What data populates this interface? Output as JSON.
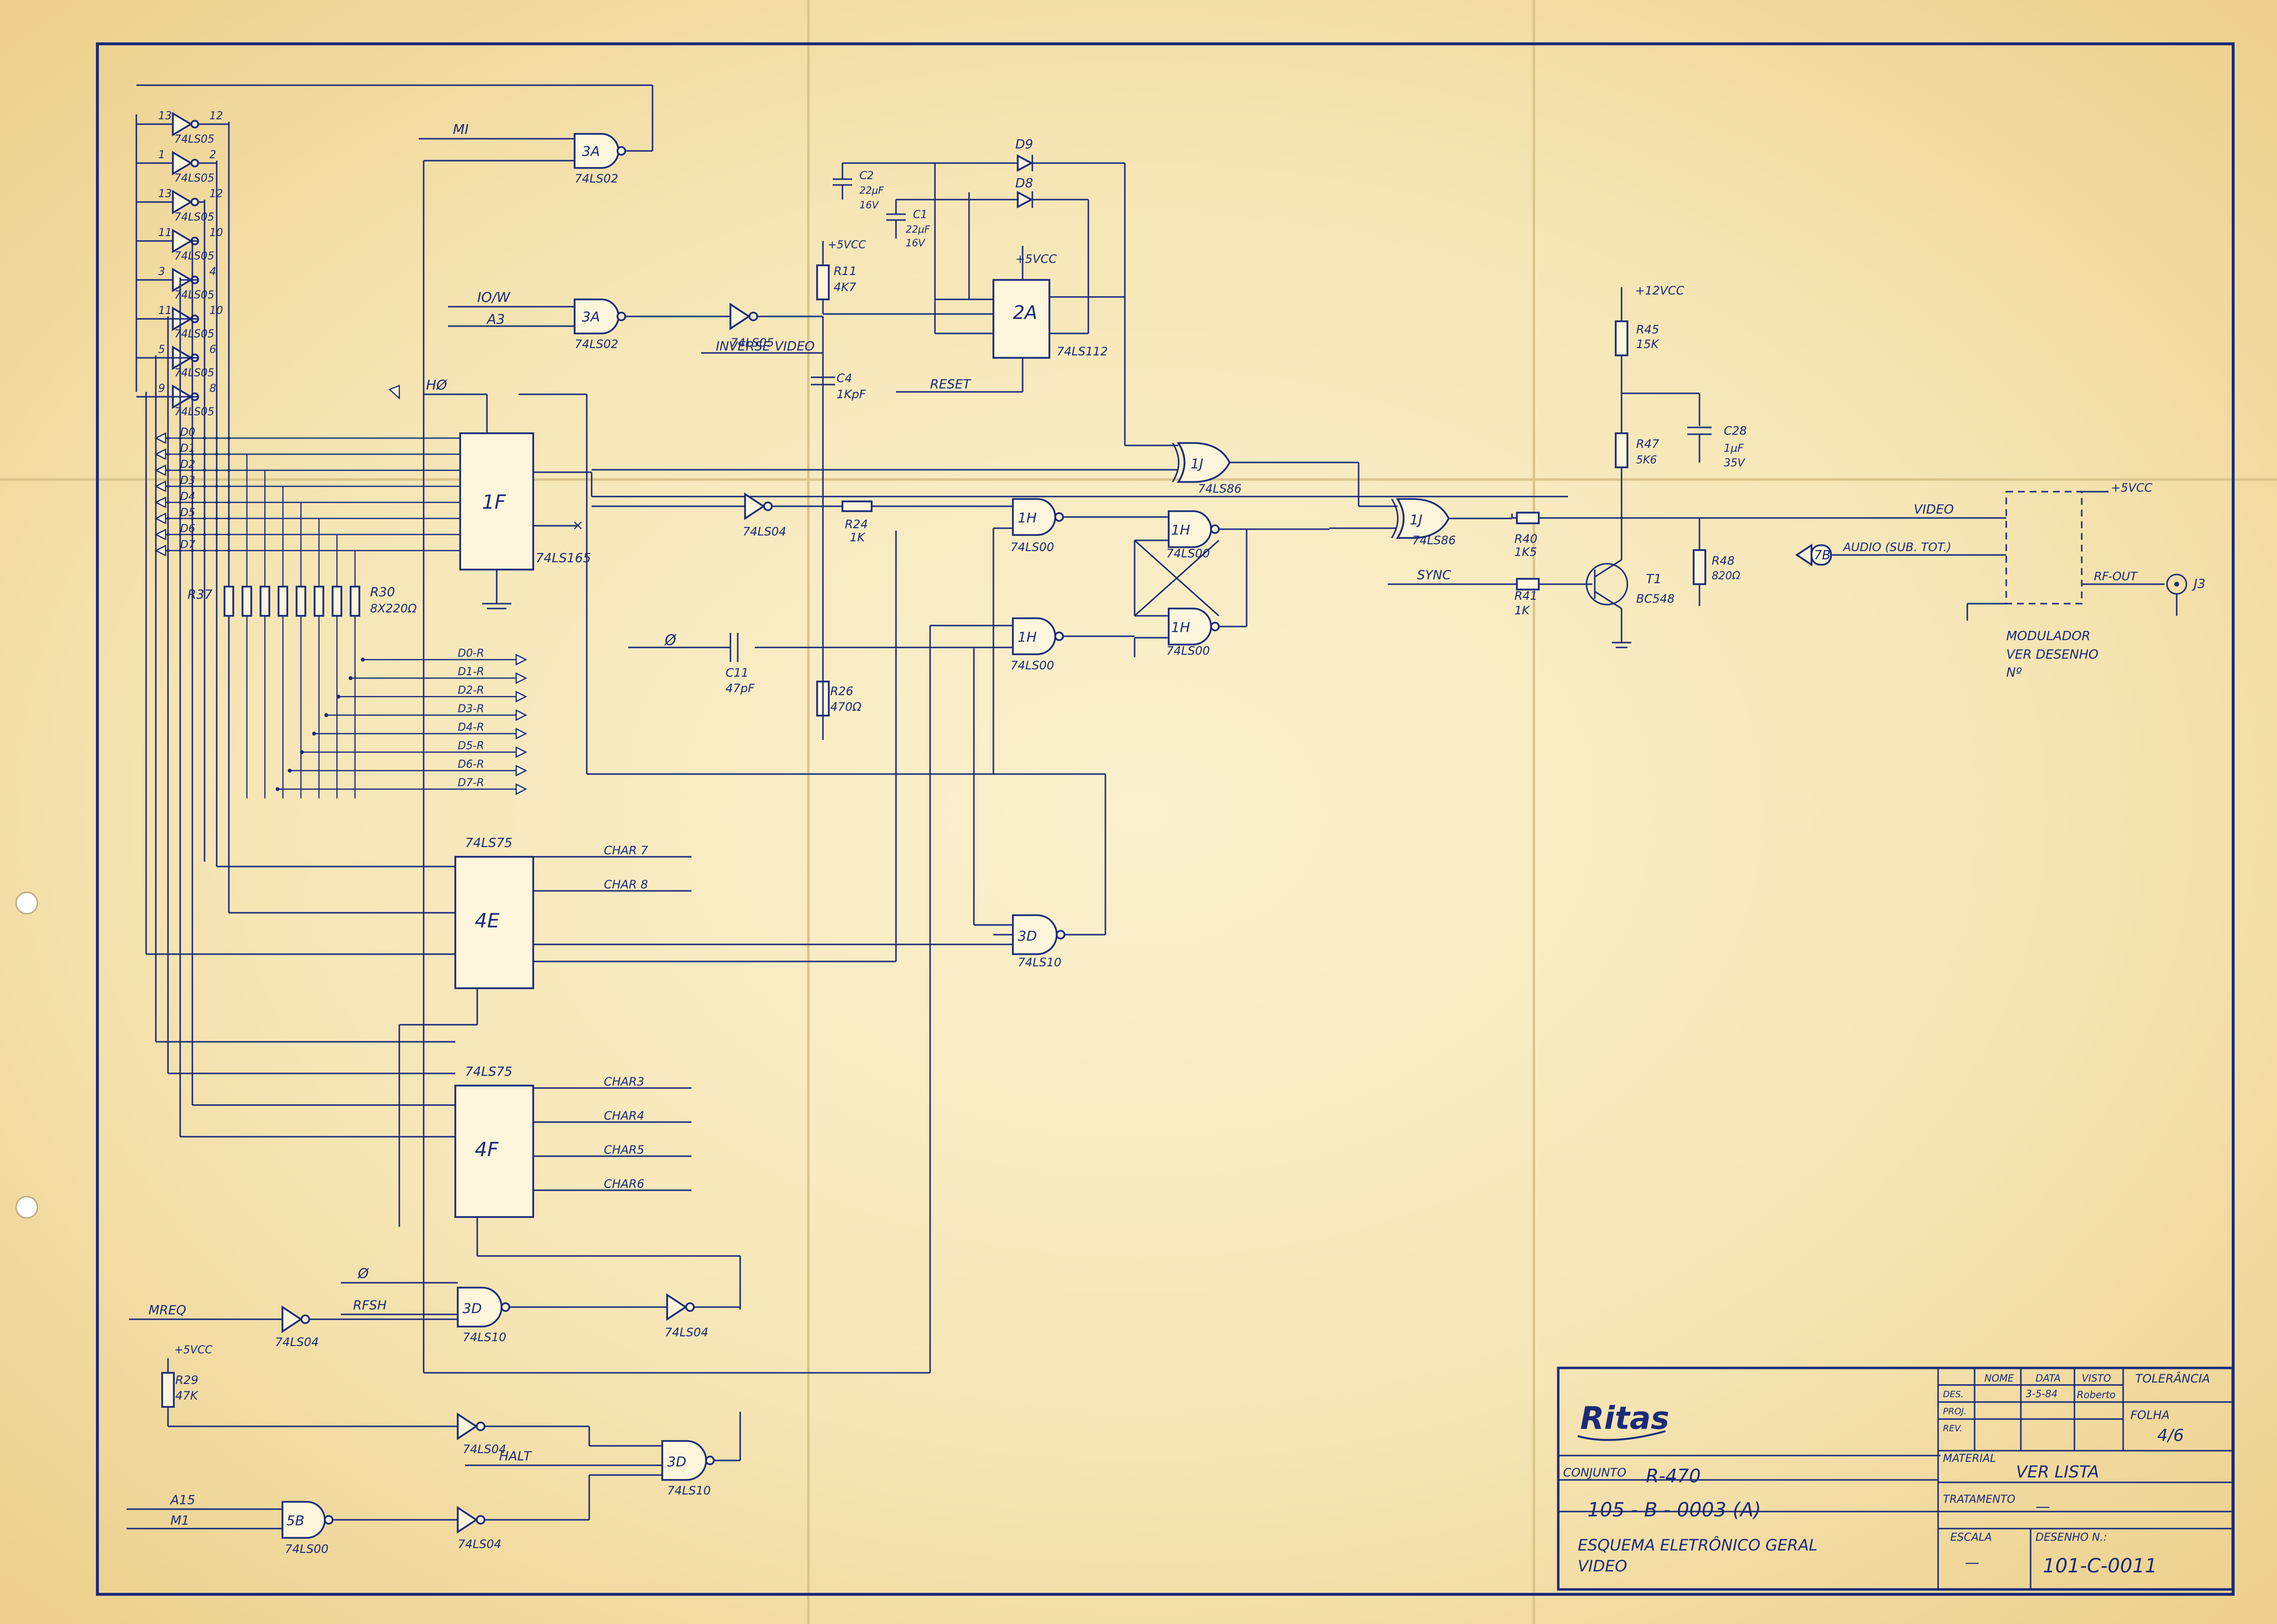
{
  "circuit": {
    "inverter_outputs": [
      "12",
      "2",
      "12",
      "10",
      "4",
      "10",
      "6",
      "8"
    ],
    "inverter_inputs": [
      "13",
      "1",
      "13",
      "11",
      "3",
      "11",
      "5",
      "9"
    ],
    "data_inputs": [
      "D0",
      "D1",
      "D2",
      "D3",
      "D4",
      "D5",
      "D6",
      "D7"
    ],
    "data_r_outputs": [
      "D0-R",
      "D1-R",
      "D2-R",
      "D3-R",
      "D4-R",
      "D5-R",
      "D6-R",
      "D7-R"
    ],
    "part_74ls05": "74LS05",
    "part_74ls02": "74LS02",
    "part_74ls04": "74LS04",
    "part_74ls00": "74LS00",
    "part_74ls10": "74LS10",
    "part_74ls86": "74LS86",
    "part_74ls75": "74LS75",
    "mi": "MI",
    "io_w": "IO/W",
    "a3": "A3",
    "h_phi": "HØ",
    "inverse_video": "INVERSE VIDEO",
    "reset": "RESET",
    "gate_3a": "3A",
    "gate_1j": "1J",
    "gate_1h": "1H",
    "gate_3d": "3D",
    "gate_5b": "5B",
    "ic_1f": "1F",
    "ic_1f_part": "74LS165",
    "ic_2a": "2A",
    "ic_2a_part": "74LS112",
    "ic_4e": "4E",
    "ic_4f": "4F",
    "vcc5": "+5VCC",
    "vcc12": "+12VCC",
    "c2": "C2",
    "c2_value": "22µF",
    "c2_volt": "16V",
    "c1": "C1",
    "c1_value": "22µF",
    "c1_volt": "16V",
    "r11": "R11",
    "r11_value": "4K7",
    "c4": "C4",
    "c4_value": "1KpF",
    "d9": "D9",
    "d8": "D8",
    "r24": "R24",
    "r24_value": "1K",
    "phi": "Ø",
    "c11": "C11",
    "c11_value": "47pF",
    "r26": "R26",
    "r26_value": "470Ω",
    "r37": "R37",
    "r30": "R30",
    "r30_value": "8X220Ω",
    "char7": "CHAR 7",
    "char8": "CHAR 8",
    "char3": "CHAR3",
    "char4": "CHAR4",
    "char5": "CHAR5",
    "char6": "CHAR6",
    "mreq": "MREQ",
    "rfsh": "RFSH",
    "halt": "HALT",
    "a15": "A15",
    "m1": "M1",
    "r29": "R29",
    "r29_value": "47K",
    "r40": "R40",
    "r40_value": "1K5",
    "r41": "R41",
    "r41_value": "1K",
    "r45": "R45",
    "r45_value": "15K",
    "r47": "R47",
    "r47_value": "5K6",
    "r48": "R48",
    "r48_value": "820Ω",
    "c28": "C28",
    "c28_value": "1µF",
    "c28_volt": "35V",
    "t1": "T1",
    "t1_part": "BC548",
    "video": "VIDEO",
    "sync": "SYNC",
    "audio_conn": "7B",
    "audio": "AUDIO (SUB. TOT.)",
    "rf_out": "RF-OUT",
    "j3": "J3",
    "mod_note_1": "MODULADOR",
    "mod_note_2": "VER DESENHO",
    "mod_note_3": "Nº"
  },
  "title_block": {
    "logo": "Ritas",
    "nome": "NOME",
    "data": "DATA",
    "visto": "VISTO",
    "des": "DES.",
    "proj": "PROJ.",
    "rev": "REV.",
    "date_value": "3-5-84",
    "visto_value": "Roberto",
    "tolerancia": "TOLERÂNCIA",
    "folha": "FOLHA",
    "folha_value": "4/6",
    "material": "MATERIAL",
    "material_value": "VER LISTA",
    "tratamento": "TRATAMENTO",
    "tratamento_value": "—",
    "escala": "ESCALA",
    "escala_value": "—",
    "desenho": "DESENHO N.:",
    "desenho_value": "101-C-0011",
    "conjunto": "CONJUNTO",
    "conjunto_value": "R-470",
    "part_number": "105 - B - 0003  (A)",
    "title_line1": "ESQUEMA  ELETRÔNICO  GERAL",
    "title_line2": "VIDEO"
  }
}
